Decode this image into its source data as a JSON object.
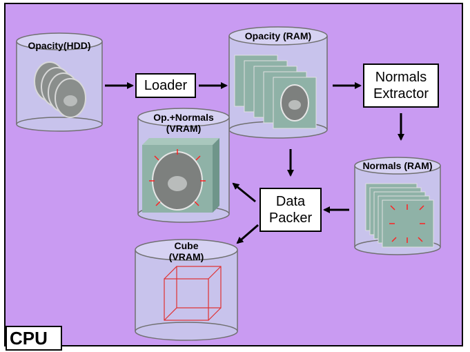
{
  "colors": {
    "background": "#c99bf2",
    "cylinder_fill": "#c8c3ec",
    "cylinder_stroke": "#707070",
    "slice_fill": "#8fb2a7",
    "arrow": "#000000",
    "vector": "#ff2020",
    "cube_line": "#e03030"
  },
  "label": "CPU",
  "stores": {
    "opacity_hdd": "Opacity(HDD)",
    "opacity_ram": "Opacity (RAM)",
    "op_normals_vram": "Op.+Normals\n(VRAM)",
    "normals_ram": "Normals (RAM)",
    "cube_vram": "Cube\n(VRAM)"
  },
  "processes": {
    "loader": "Loader",
    "normals_extractor": "Normals\nExtractor",
    "data_packer": "Data\nPacker"
  }
}
